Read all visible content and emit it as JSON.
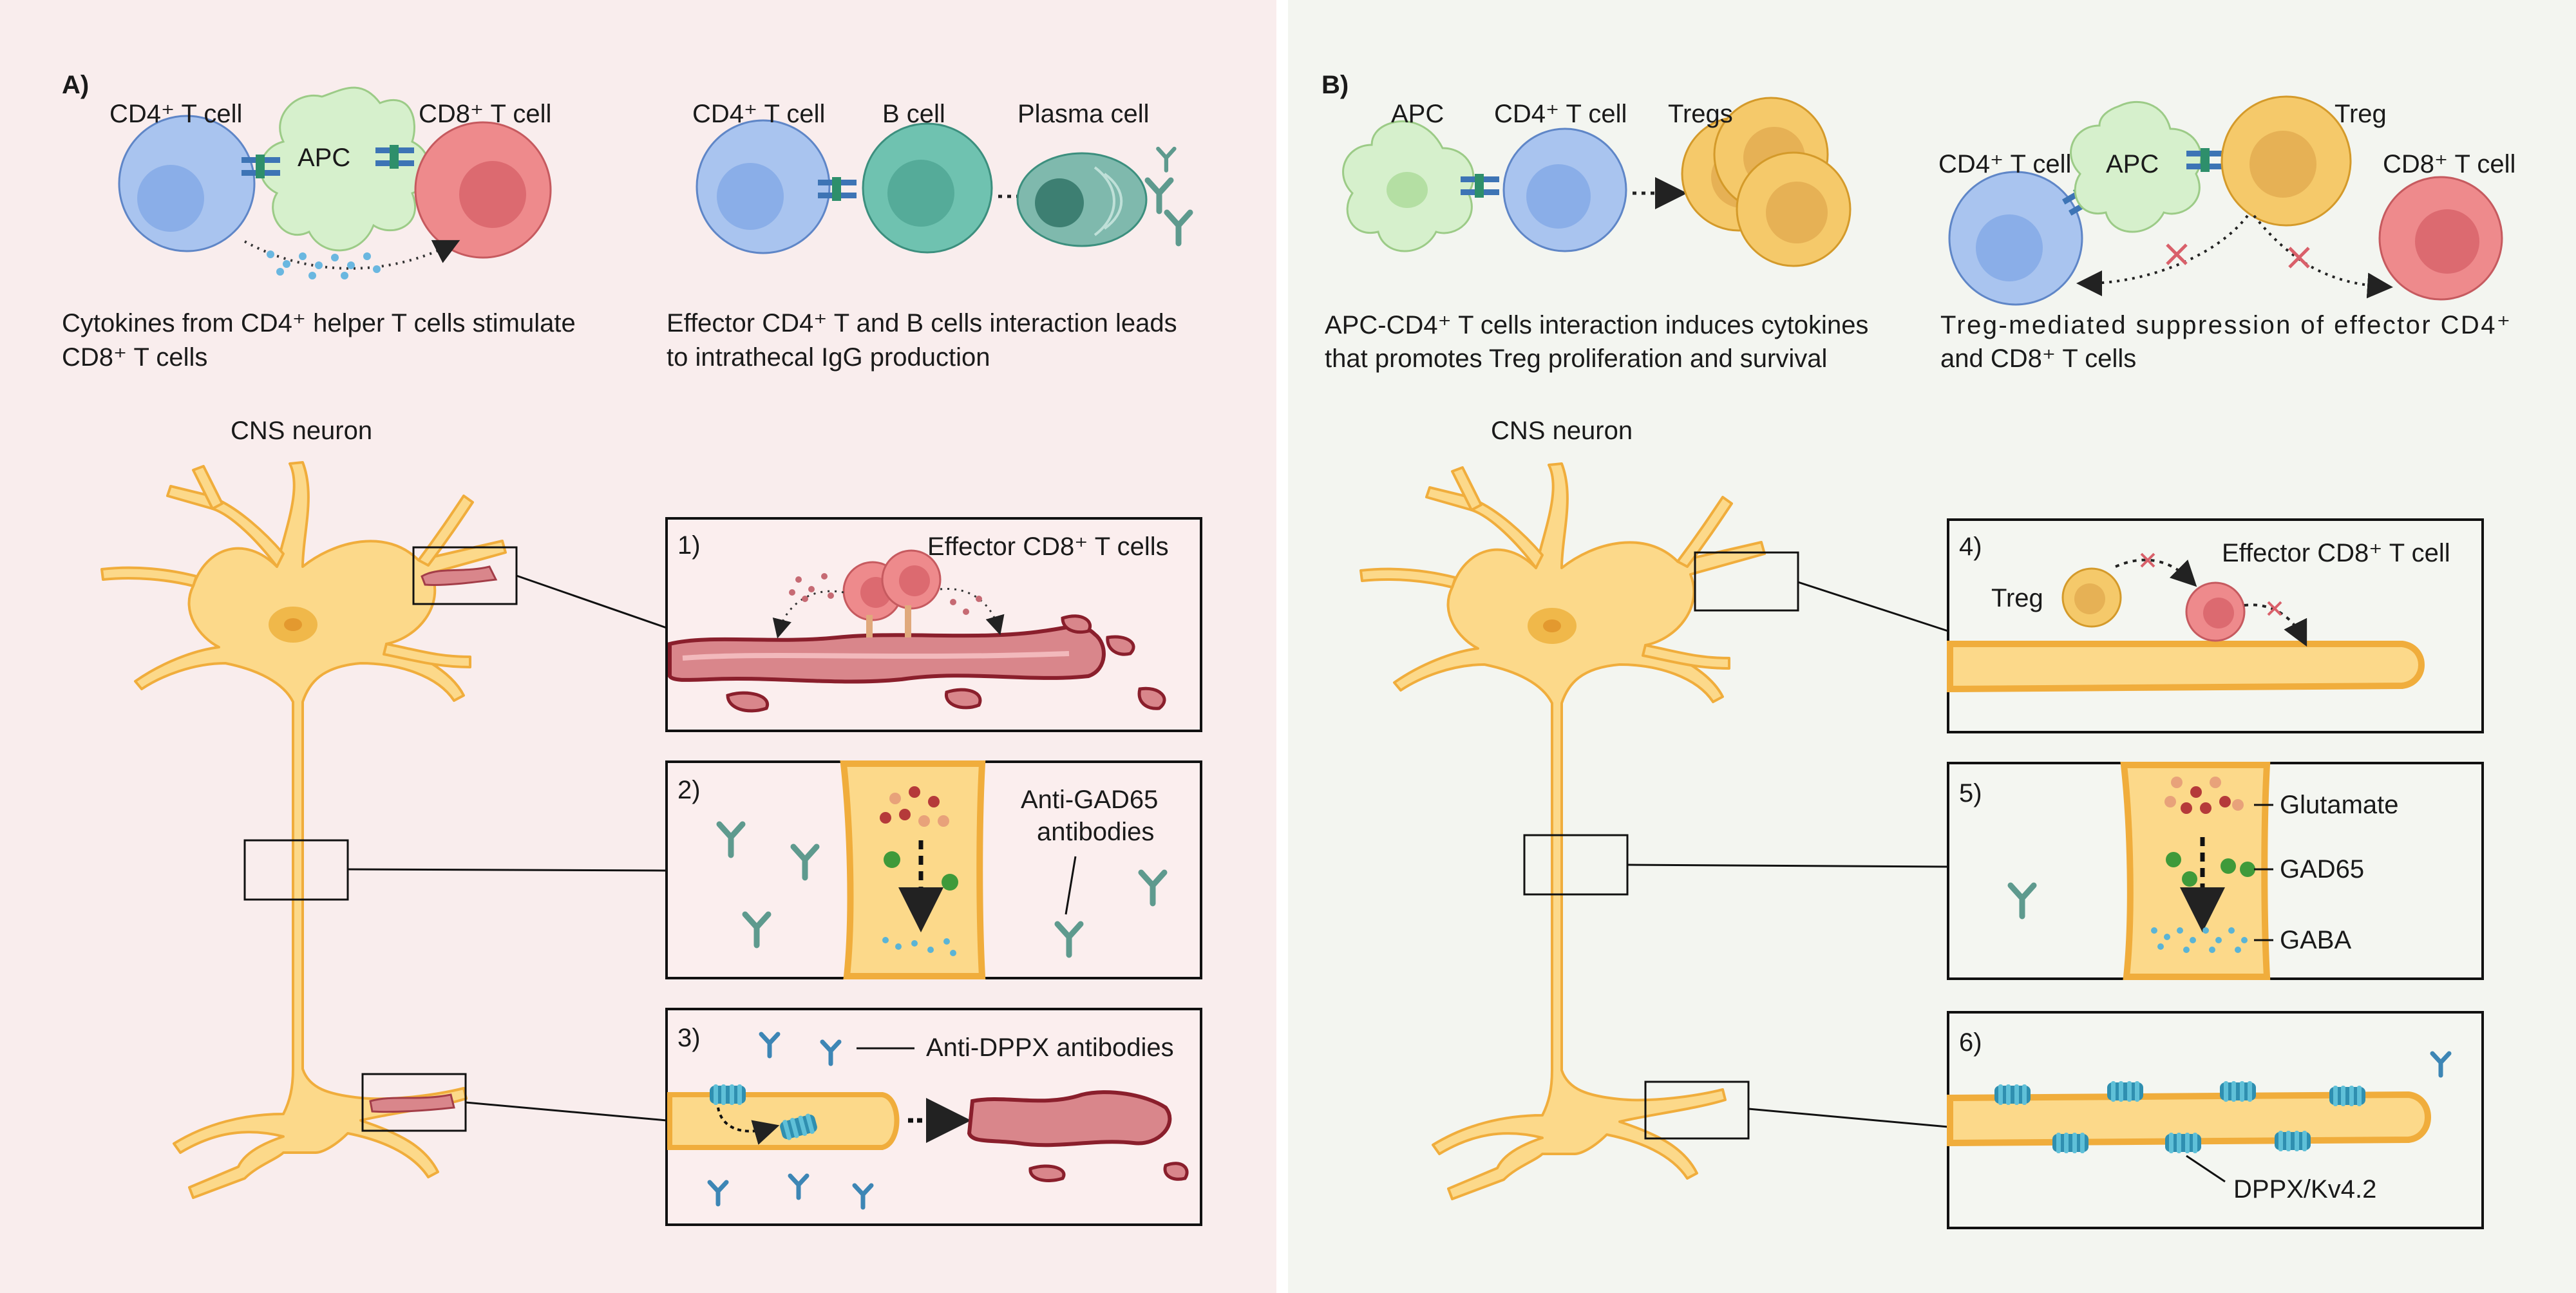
{
  "panel_a": {
    "letter": "A)",
    "top": {
      "cd4_label": "CD4⁺ T cell",
      "apc_label": "APC",
      "cd8_label": "CD8⁺ T cell",
      "caption_line1": "Cytokines from CD4⁺ helper T cells stimulate",
      "caption_line2": "CD8⁺ T cells",
      "cd4_b_label": "CD4⁺ T cell",
      "b_label": "B cell",
      "plasma_label": "Plasma cell",
      "caption2_line1": "Effector CD4⁺ T and B cells interaction leads",
      "caption2_line2": "to intrathecal IgG production"
    },
    "neuron_title": "CNS neuron",
    "box1": {
      "num": "1)",
      "label": "Effector CD8⁺ T cells"
    },
    "box2": {
      "num": "2)",
      "label_line1": "Anti-GAD65",
      "label_line2": "antibodies"
    },
    "box3": {
      "num": "3)",
      "label": "Anti-DPPX antibodies"
    }
  },
  "panel_b": {
    "letter": "B)",
    "top": {
      "apc_label": "APC",
      "cd4_label": "CD4⁺ T cell",
      "tregs_label": "Tregs",
      "caption_line1": "APC-CD4⁺ T cells interaction induces cytokines",
      "caption_line2": "that promotes Treg proliferation and survival",
      "cd4_r_label": "CD4⁺ T cell",
      "apc_r_label": "APC",
      "treg_label": "Treg",
      "cd8_label": "CD8⁺ T cell",
      "caption2_line1": "Treg-mediated suppression of effector CD4⁺",
      "caption2_line2": "and CD8⁺ T cells"
    },
    "neuron_title": "CNS neuron",
    "box4": {
      "num": "4)",
      "treg": "Treg",
      "label": "Effector CD8⁺ T cell"
    },
    "box5": {
      "num": "5)",
      "glutamate": "Glutamate",
      "gad65": "GAD65",
      "gaba": "GABA"
    },
    "box6": {
      "num": "6)",
      "label": "DPPX/Kv4.2"
    }
  },
  "colors": {
    "panel_a_bg": "#f9eded",
    "panel_b_bg": "#f3f5f0",
    "cd4_blue": "#a9c4ef",
    "cd8_red": "#ee8a8c",
    "apc_green": "#d6f0cc",
    "b_cell_teal": "#6fc2b0",
    "treg_yellow": "#f5c96a",
    "neuron_yellow": "#fcd98a",
    "neuron_outline": "#f0ad3c",
    "damage_red": "#c0626a",
    "antibody": "#6fa49a"
  }
}
